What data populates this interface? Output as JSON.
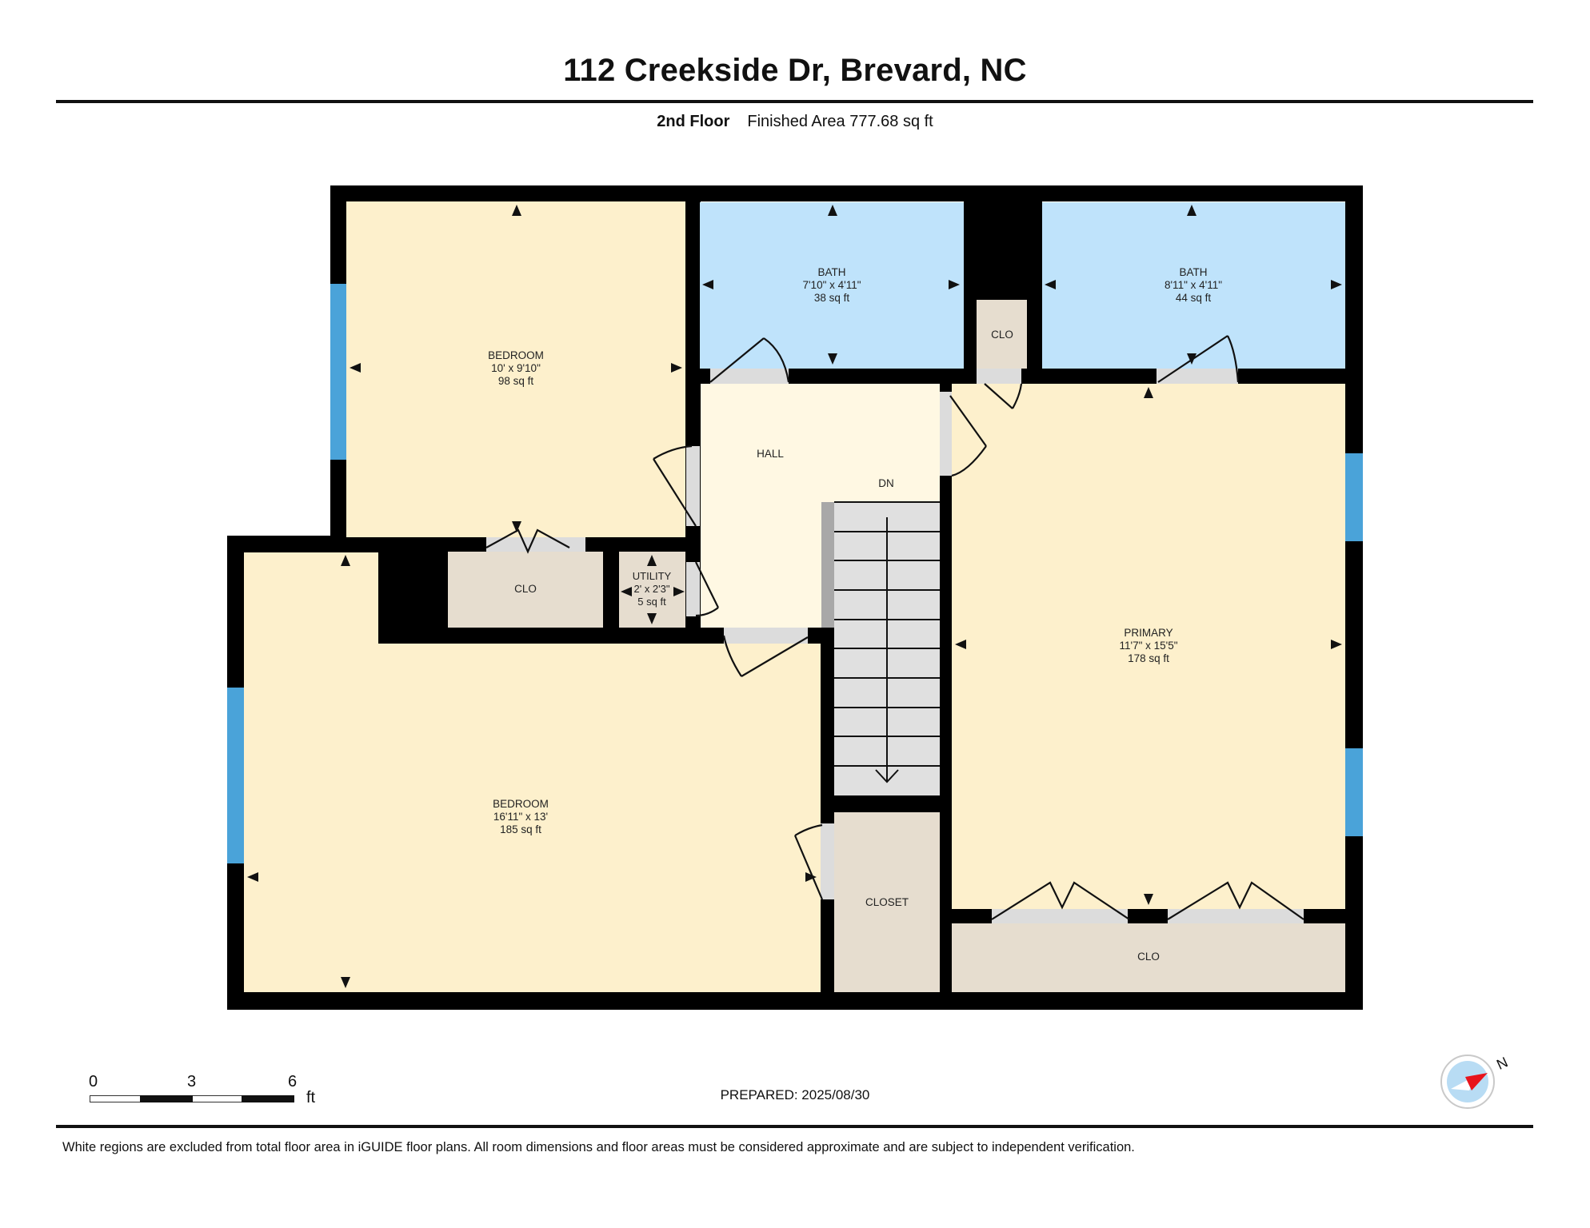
{
  "header": {
    "title": "112 Creekside Dr, Brevard, NC",
    "floor": "2nd Floor",
    "finished_area": "Finished Area 777.68 sq ft"
  },
  "rooms": [
    {
      "name": "BEDROOM",
      "dims": "10' x 9'10\"",
      "area": "98 sq ft"
    },
    {
      "name": "BATH",
      "dims": "7'10\" x 4'11\"",
      "area": "38 sq ft"
    },
    {
      "name": "BATH",
      "dims": "8'11\" x 4'11\"",
      "area": "44 sq ft"
    },
    {
      "name": "CLO",
      "dims": "",
      "area": ""
    },
    {
      "name": "HALL",
      "dims": "",
      "area": ""
    },
    {
      "name": "PRIMARY",
      "dims": "11'7\" x 15'5\"",
      "area": "178 sq ft"
    },
    {
      "name": "CLO",
      "dims": "",
      "area": ""
    },
    {
      "name": "UTILITY",
      "dims": "2' x 2'3\"",
      "area": "5 sq ft"
    },
    {
      "name": "BEDROOM",
      "dims": "16'11\" x 13'",
      "area": "185 sq ft"
    },
    {
      "name": "CLOSET",
      "dims": "",
      "area": ""
    },
    {
      "name": "CLO",
      "dims": "",
      "area": ""
    }
  ],
  "stairs": {
    "label": "DN",
    "treads": 10
  },
  "scale_bar": {
    "ticks": [
      "0",
      "3",
      "6"
    ],
    "unit": "ft"
  },
  "prepared": "PREPARED: 2025/08/30",
  "compass": {
    "label": "N",
    "icon": "compass-icon"
  },
  "footer": "White regions are excluded from total floor area in iGUIDE floor plans. All room dimensions and floor areas must be considered approximate and are subject to independent verification.",
  "colors": {
    "bedroom": "#fdf0cc",
    "hall": "#fff8e3",
    "bath": "#bfe3fb",
    "closet": "#e6ddcf",
    "wall": "#000000",
    "window": "#4aa3d9",
    "door_gap": "#dcdcdc",
    "compass_needle": "#e8141c"
  }
}
